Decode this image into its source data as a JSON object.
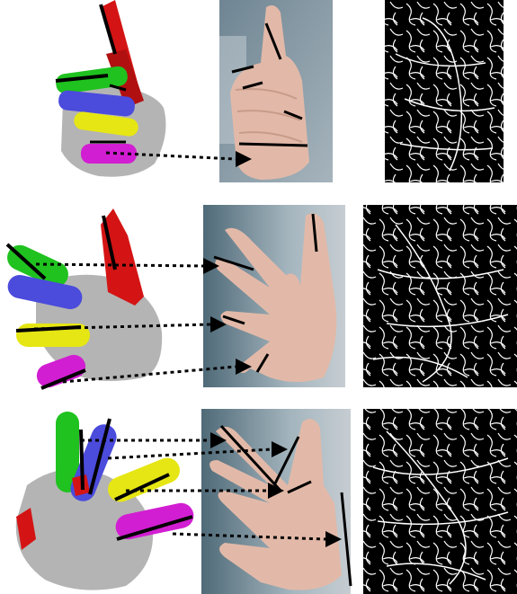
{
  "figure": {
    "rows": [
      {
        "pose": "thumb-up"
      },
      {
        "pose": "open-hand"
      },
      {
        "pose": "spread-hand"
      }
    ],
    "colors": {
      "palm_model": "#b4b4b4",
      "thumb": "#d41414",
      "index": "#1fc21f",
      "middle": "#4b4bdc",
      "ring": "#e6e614",
      "little": "#d21ed2",
      "skin": "#e2b9a8",
      "photo_bg": "#8a9aa6",
      "edge_bg": "#000000",
      "edge_line": "#ffffff",
      "match_line": "#000000"
    }
  }
}
